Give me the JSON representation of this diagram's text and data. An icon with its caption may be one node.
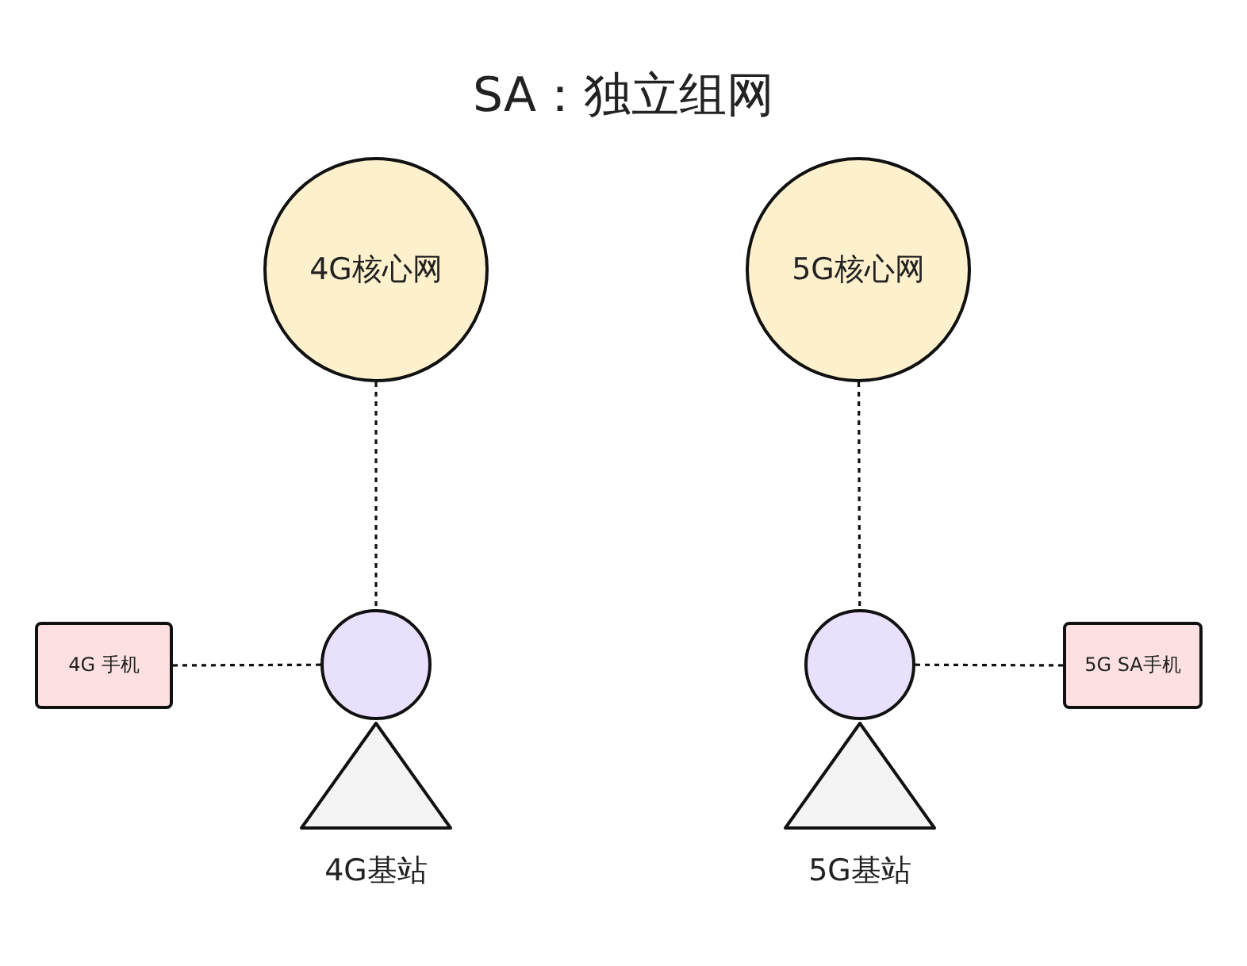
{
  "diagram": {
    "title": "SA：独立组网",
    "nodes": [
      {
        "text": [
          "4G核心网"
        ]
      },
      {
        "text": [
          "5G核心网"
        ]
      },
      {
        "text": [
          "4G 手机"
        ]
      },
      {
        "text": [
          "4G基站"
        ]
      },
      {
        "text": [
          "5G基站"
        ]
      },
      {
        "text": [
          "5G SA手机"
        ]
      }
    ],
    "edges": [
      {
        "from": 0,
        "to": 3,
        "arrow": "none",
        "style": "dashed"
      },
      {
        "from": 1,
        "to": 4,
        "arrow": "none",
        "style": "dashed"
      },
      {
        "from": 2,
        "to": 3,
        "arrow": "none",
        "style": "dashed"
      },
      {
        "from": 5,
        "to": 4,
        "arrow": "none",
        "style": "dashed"
      }
    ]
  }
}
